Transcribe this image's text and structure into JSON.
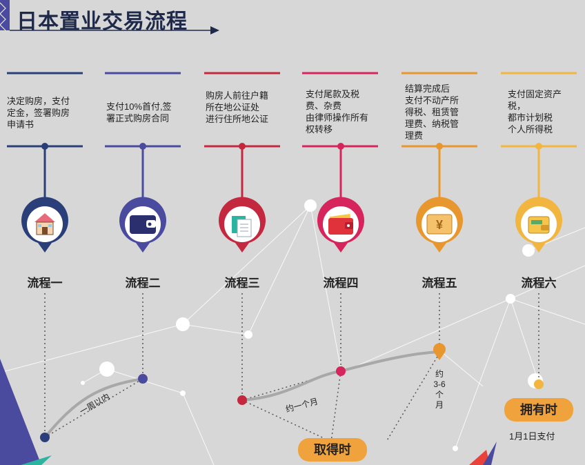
{
  "header": {
    "title": "日本置业交易流程"
  },
  "steps": [
    {
      "label": "流程一",
      "description": "决定购房，支付\n定金，签署购房\n申请书",
      "color": "#2a3f7a",
      "icon": "house-icon"
    },
    {
      "label": "流程二",
      "description": "支付10%首付,签\n署正式购房合同",
      "color": "#4a4a9e",
      "icon": "wallet-icon"
    },
    {
      "label": "流程三",
      "description": "购房人前往户籍\n所在地公证处\n进行住所地公证",
      "color": "#c4283e",
      "icon": "document-icon"
    },
    {
      "label": "流程四",
      "description": "支付尾款及税\n费、杂费\n由律师操作所有\n权转移",
      "color": "#d6245c",
      "icon": "red-wallet-icon"
    },
    {
      "label": "流程五",
      "description": "结算完成后\n支付不动产所\n得税、租赁管\n理费、纳税管\n理费",
      "color": "#e8962e",
      "icon": "yen-icon"
    },
    {
      "label": "流程六",
      "description": "支付固定资产\n税，\n都市计划税\n个人所得税",
      "color": "#f2b640",
      "icon": "card-wallet-icon"
    }
  ],
  "timeline": {
    "note_week": "一周以内",
    "note_month": "约一个月",
    "note_months": "约\n3-6\n个\n月",
    "acquire_label": "取得时",
    "own_label": "拥有时",
    "own_note": "1月1日支付"
  }
}
